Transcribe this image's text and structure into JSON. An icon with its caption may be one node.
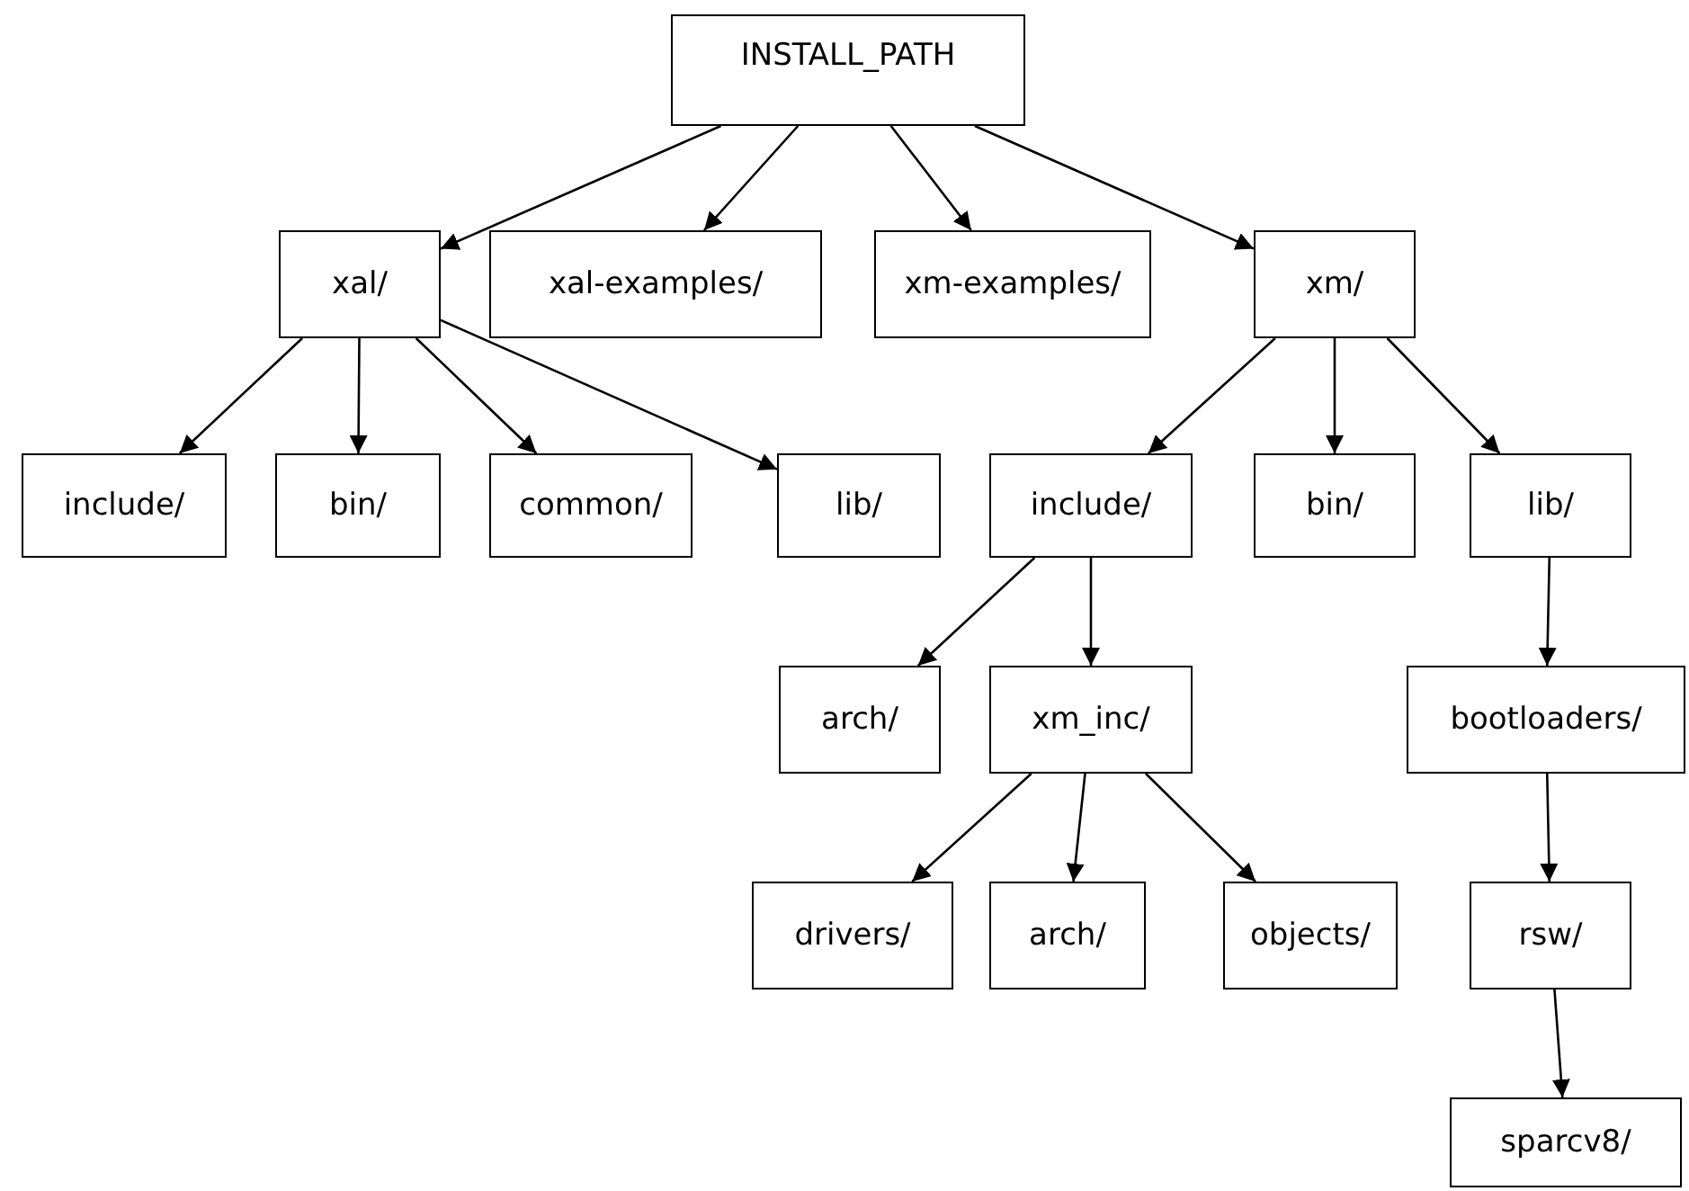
{
  "diagram": {
    "nodes": [
      {
        "text": [
          "INSTALL_PATH"
        ]
      },
      {
        "text": [
          "xal/"
        ]
      },
      {
        "text": [
          "xal-examples/"
        ]
      },
      {
        "text": [
          "xm-examples/"
        ]
      },
      {
        "text": [
          "xm/"
        ]
      },
      {
        "text": [
          "include/"
        ]
      },
      {
        "text": [
          "bin/"
        ]
      },
      {
        "text": [
          "common/"
        ]
      },
      {
        "text": [
          "lib/"
        ]
      },
      {
        "text": [
          "include/"
        ]
      },
      {
        "text": [
          "bin/"
        ]
      },
      {
        "text": [
          "lib/"
        ]
      },
      {
        "text": [
          "arch/"
        ]
      },
      {
        "text": [
          "xm_inc/"
        ]
      },
      {
        "text": [
          "bootloaders/"
        ]
      },
      {
        "text": [
          "drivers/"
        ]
      },
      {
        "text": [
          "arch/"
        ]
      },
      {
        "text": [
          "objects/"
        ]
      },
      {
        "text": [
          "rsw/"
        ]
      },
      {
        "text": [
          "sparcv8/"
        ]
      }
    ],
    "edges": [
      {
        "from": 0,
        "to": 1,
        "arrow": "to"
      },
      {
        "from": 0,
        "to": 2,
        "arrow": "to"
      },
      {
        "from": 0,
        "to": 3,
        "arrow": "to"
      },
      {
        "from": 0,
        "to": 4,
        "arrow": "to"
      },
      {
        "from": 1,
        "to": 5,
        "arrow": "to"
      },
      {
        "from": 1,
        "to": 6,
        "arrow": "to"
      },
      {
        "from": 1,
        "to": 7,
        "arrow": "to"
      },
      {
        "from": 1,
        "to": 8,
        "arrow": "to"
      },
      {
        "from": 4,
        "to": 9,
        "arrow": "to"
      },
      {
        "from": 4,
        "to": 10,
        "arrow": "to"
      },
      {
        "from": 4,
        "to": 11,
        "arrow": "to"
      },
      {
        "from": 9,
        "to": 12,
        "arrow": "to"
      },
      {
        "from": 9,
        "to": 13,
        "arrow": "to"
      },
      {
        "from": 11,
        "to": 14,
        "arrow": "to"
      },
      {
        "from": 13,
        "to": 15,
        "arrow": "to"
      },
      {
        "from": 13,
        "to": 16,
        "arrow": "to"
      },
      {
        "from": 13,
        "to": 17,
        "arrow": "to"
      },
      {
        "from": 14,
        "to": 18,
        "arrow": "to"
      },
      {
        "from": 18,
        "to": 19,
        "arrow": "to"
      }
    ]
  }
}
